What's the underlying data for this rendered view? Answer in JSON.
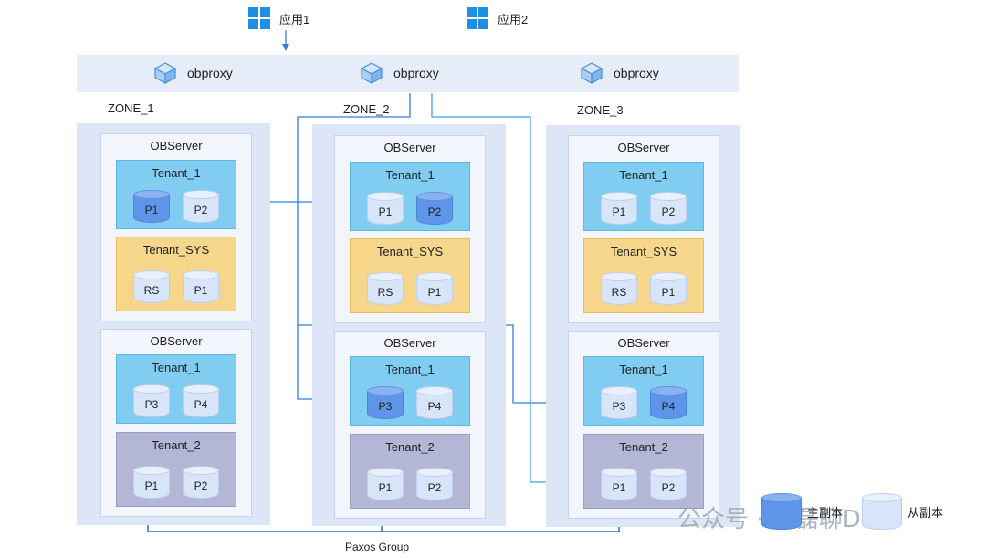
{
  "apps": [
    {
      "label": "应用1"
    },
    {
      "label": "应用2"
    }
  ],
  "proxies": [
    {
      "label": "obproxy"
    },
    {
      "label": "obproxy"
    },
    {
      "label": "obproxy"
    }
  ],
  "zones": [
    {
      "label": "ZONE_1",
      "servers": [
        {
          "title": "OBServer",
          "tenants": [
            {
              "name": "Tenant_1",
              "replicas": [
                "P1",
                "P2"
              ]
            },
            {
              "name": "Tenant_SYS",
              "replicas": [
                "RS",
                "P1"
              ]
            }
          ]
        },
        {
          "title": "OBServer",
          "tenants": [
            {
              "name": "Tenant_1",
              "replicas": [
                "P3",
                "P4"
              ]
            },
            {
              "name": "Tenant_2",
              "replicas": [
                "P1",
                "P2"
              ]
            }
          ]
        }
      ]
    },
    {
      "label": "ZONE_2",
      "servers": [
        {
          "title": "OBServer",
          "tenants": [
            {
              "name": "Tenant_1",
              "replicas": [
                "P1",
                "P2"
              ]
            },
            {
              "name": "Tenant_SYS",
              "replicas": [
                "RS",
                "P1"
              ]
            }
          ]
        },
        {
          "title": "OBServer",
          "tenants": [
            {
              "name": "Tenant_1",
              "replicas": [
                "P3",
                "P4"
              ]
            },
            {
              "name": "Tenant_2",
              "replicas": [
                "P1",
                "P2"
              ]
            }
          ]
        }
      ]
    },
    {
      "label": "ZONE_3",
      "servers": [
        {
          "title": "OBServer",
          "tenants": [
            {
              "name": "Tenant_1",
              "replicas": [
                "P1",
                "P2"
              ]
            },
            {
              "name": "Tenant_SYS",
              "replicas": [
                "RS",
                "P1"
              ]
            }
          ]
        },
        {
          "title": "OBServer",
          "tenants": [
            {
              "name": "Tenant_1",
              "replicas": [
                "P3",
                "P4"
              ]
            },
            {
              "name": "Tenant_2",
              "replicas": [
                "P1",
                "P2"
              ]
            }
          ]
        }
      ]
    }
  ],
  "paxos_label": "Paxos Group",
  "legend": {
    "leader": "主副本",
    "follower": "从副本"
  },
  "watermark": "公众号 · 晓磊聊DB",
  "icons": {
    "app": "windows-icon",
    "proxy": "obproxy-icon",
    "replica": "database-cylinder-icon"
  },
  "colors": {
    "accent_line": "#2f7fe0",
    "paxos_line": "#1b79c4",
    "leader_replica": "#5f95e8",
    "follower_replica": "#d8e5f8",
    "tenant_user": "#80cdf1",
    "tenant_sys": "#f6d68a",
    "tenant_2": "#b3b7d5",
    "zone_bg": "#dde6f6",
    "proxy_bar": "#e6edf8"
  }
}
